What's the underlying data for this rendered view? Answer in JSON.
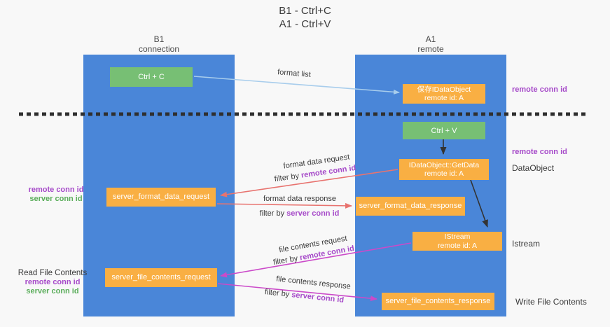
{
  "title": {
    "line1": "B1 - Ctrl+C",
    "line2": "A1 - Ctrl+V"
  },
  "columns": {
    "left": {
      "name": "B1",
      "subtitle": "connection"
    },
    "right": {
      "name": "A1",
      "subtitle": "remote"
    }
  },
  "nodes": {
    "ctrl_c": {
      "label": "Ctrl + C"
    },
    "ctrl_v": {
      "label": "Ctrl + V"
    },
    "save_dataobject": {
      "line1": "保存IDataObject",
      "line2": "remote id: A"
    },
    "getdata": {
      "line1": "IDataObject::GetData",
      "line2": "remote id: A"
    },
    "istream": {
      "line1": "IStream",
      "line2": "remote id: A"
    },
    "format_request": {
      "label": "server_format_data_request"
    },
    "format_response": {
      "label": "server_format_data_response"
    },
    "file_request": {
      "label": "server_file_contents_request"
    },
    "file_response": {
      "label": "server_file_contents_response"
    }
  },
  "flows": {
    "format_list": {
      "label": "format list"
    },
    "format_data_request": {
      "label": "format data request",
      "filter_prefix": "filter by ",
      "filter_key": "remote conn id"
    },
    "format_data_response": {
      "label": "format data response",
      "filter_prefix": "filter by ",
      "filter_key": "server conn id"
    },
    "file_contents_request": {
      "label": "file contents request",
      "filter_prefix": "filter by ",
      "filter_key": "remote conn id"
    },
    "file_contents_response": {
      "label": "file contents response",
      "filter_prefix": "filter by ",
      "filter_key": "server conn id"
    }
  },
  "side_labels": {
    "right_top_conn": "remote conn id",
    "right_mid_conn": "remote conn id",
    "dataobject": "DataObject",
    "istream": "Istream",
    "write_file": "Write File Contents",
    "left_mid_remote": "remote conn id",
    "left_mid_server": "server conn id",
    "read_file": "Read File Contents",
    "left_bottom_remote": "remote conn id",
    "left_bottom_server": "server conn id"
  },
  "colors": {
    "column_blue": "#4a86d8",
    "green_box": "#77bf74",
    "orange_box": "#f9af43",
    "purple_text": "#a64ac9",
    "green_text": "#5aad5a",
    "red_arrow": "#e8736f",
    "magenta_arrow": "#cb4ac9",
    "light_blue_arrow": "#a8cdec",
    "black_arrow": "#333333",
    "background": "#f8f8f8"
  }
}
